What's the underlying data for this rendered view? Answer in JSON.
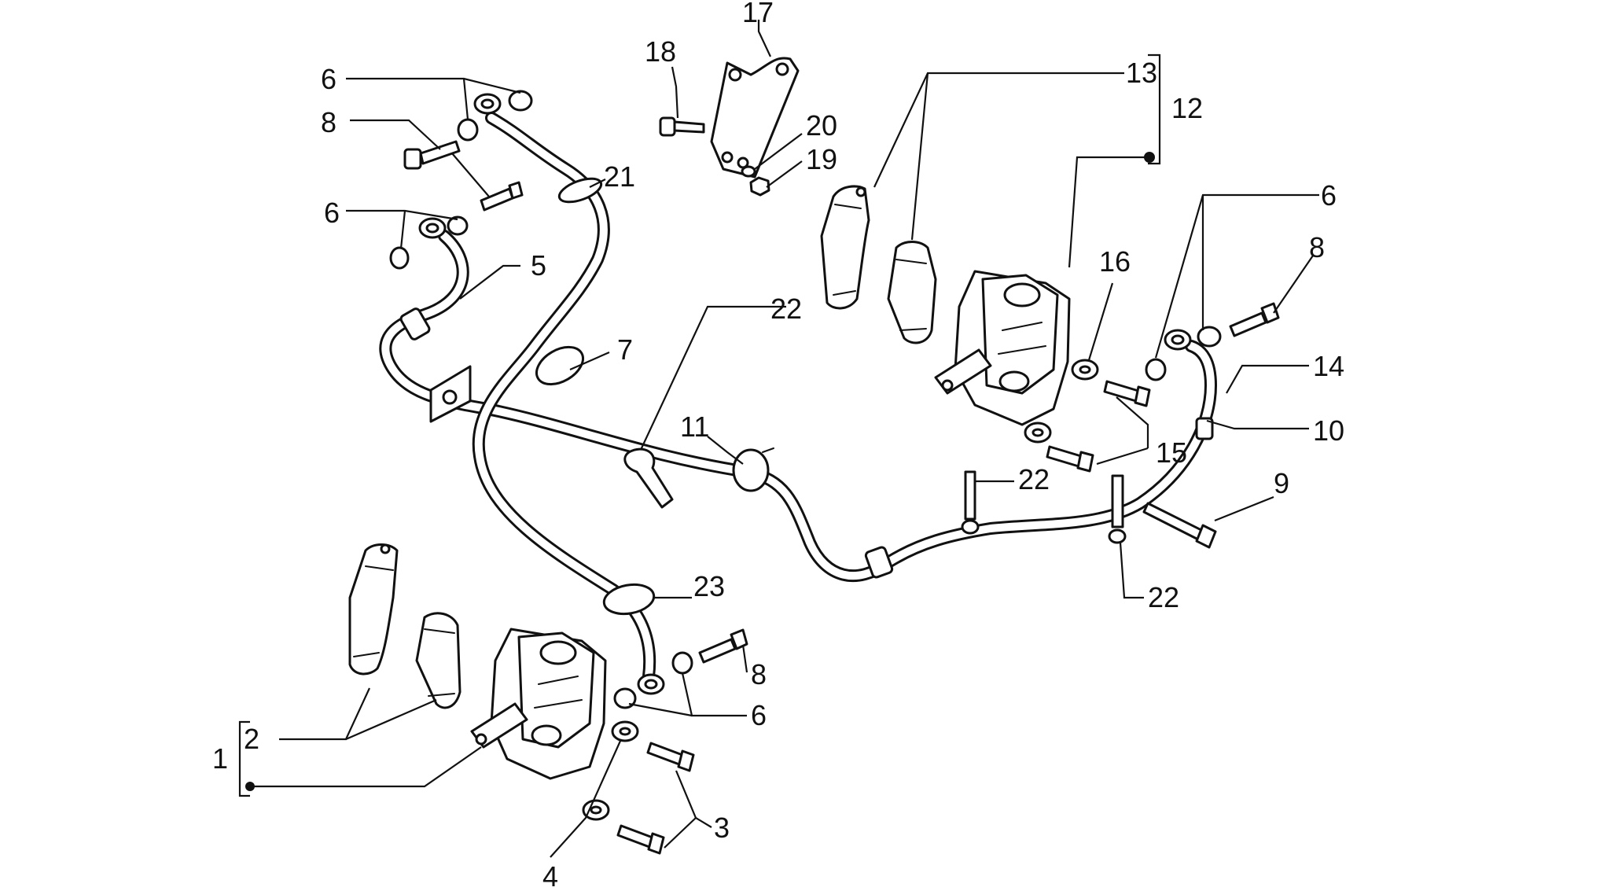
{
  "diagram": {
    "labels": {
      "l1": "1",
      "l2": "2",
      "l3": "3",
      "l4": "4",
      "l5": "5",
      "l6a": "6",
      "l6b": "6",
      "l6c": "6",
      "l6d": "6",
      "l7": "7",
      "l8a": "8",
      "l8b": "8",
      "l8c": "8",
      "l9": "9",
      "l10": "10",
      "l11": "11",
      "l12": "12",
      "l13": "13",
      "l14": "14",
      "l15": "15",
      "l16": "16",
      "l17": "17",
      "l18": "18",
      "l19": "19",
      "l20": "20",
      "l21": "21",
      "l22a": "22",
      "l22b": "22",
      "l22c": "22",
      "l23": "23"
    },
    "colors": {
      "ink": "#111111",
      "paper": "#ffffff"
    }
  }
}
